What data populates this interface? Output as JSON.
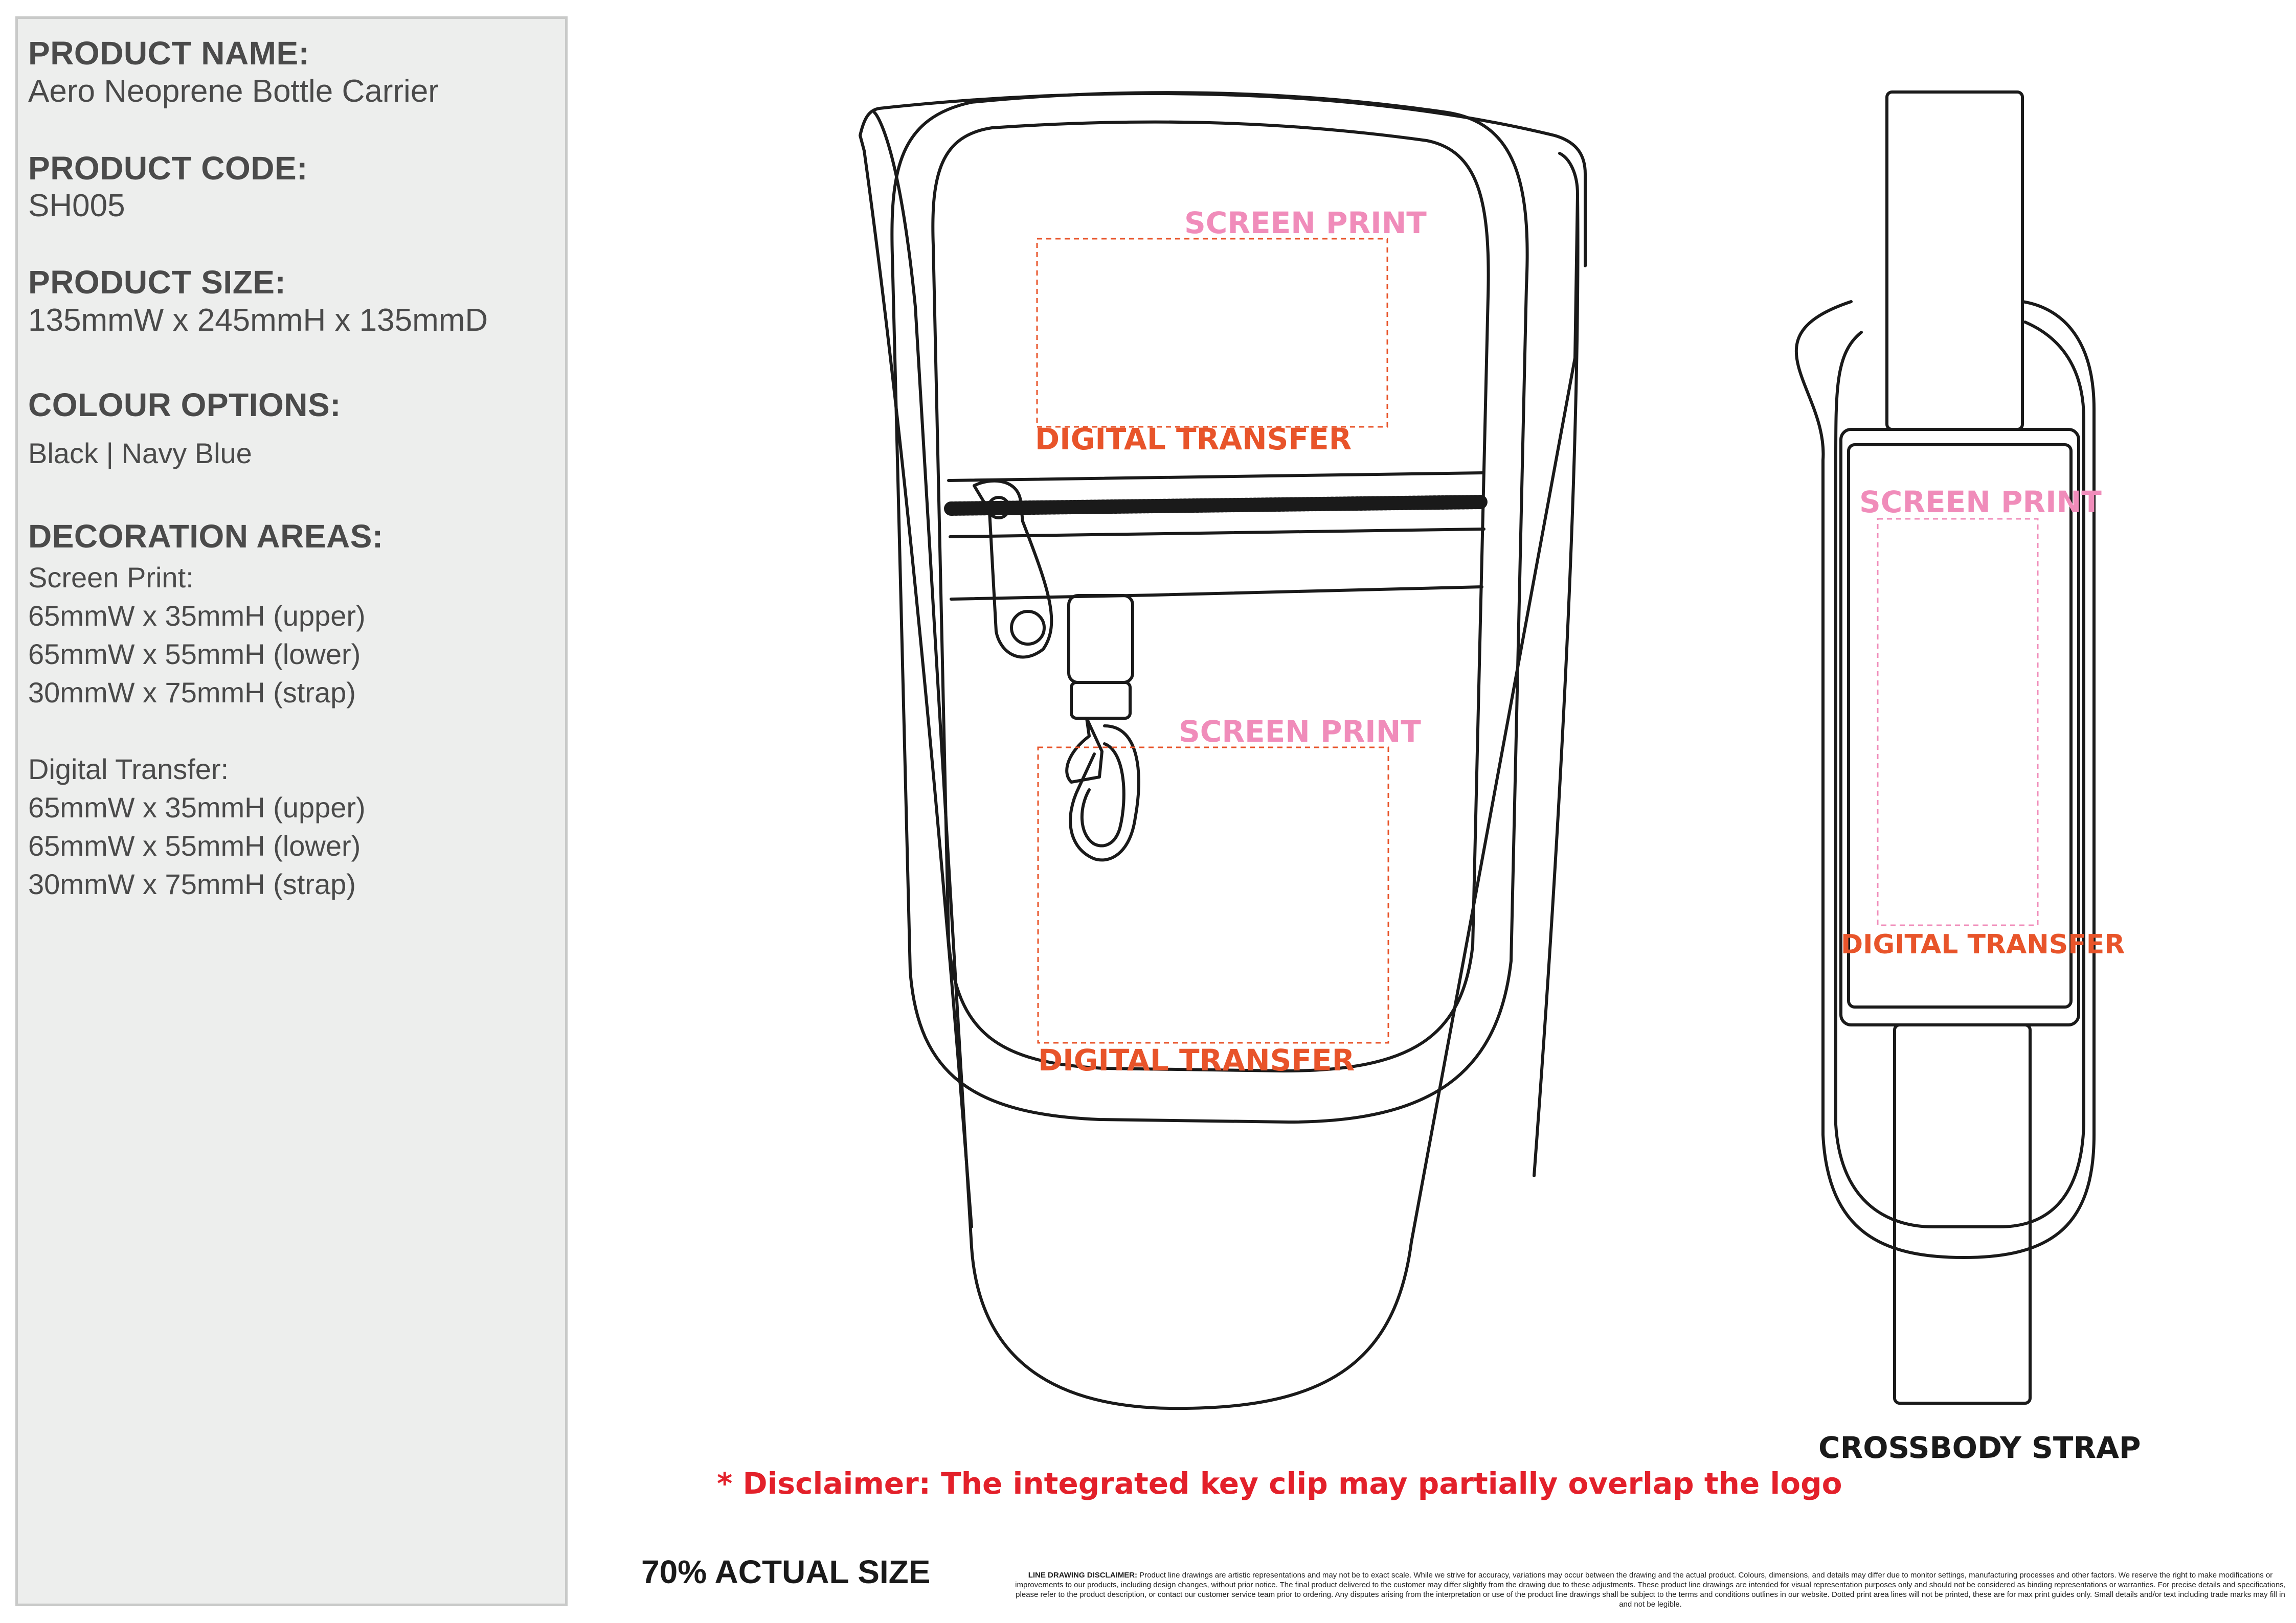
{
  "specs": {
    "product_name_label": "PRODUCT NAME:",
    "product_name": "Aero Neoprene Bottle Carrier",
    "product_code_label": "PRODUCT CODE:",
    "product_code": "SH005",
    "product_size_label": "PRODUCT SIZE:",
    "product_size": "135mmW x 245mmH x 135mmD",
    "colour_label": "COLOUR OPTIONS:",
    "colours": "Black | Navy Blue",
    "decoration_label": "DECORATION AREAS:",
    "screen_print_heading": "Screen Print:",
    "screen_print_areas": [
      "65mmW x 35mmH (upper)",
      "65mmW x 55mmH (lower)",
      "30mmW x 75mmH (strap)"
    ],
    "digital_transfer_heading": "Digital Transfer:",
    "digital_transfer_areas": [
      "65mmW x 35mmH (upper)",
      "65mmW x 55mmH (lower)",
      "30mmW x 75mmH (strap)"
    ]
  },
  "labels": {
    "screen_print": "SCREEN PRINT",
    "digital_transfer": "DIGITAL TRANSFER",
    "strap_title": "CROSSBODY  STRAP"
  },
  "disclaimer": "* Disclaimer: The integrated key clip may partially overlap the logo",
  "size_note": "70% ACTUAL SIZE",
  "line_disclaimer_heading": "LINE DRAWING DISCLAIMER:",
  "line_disclaimer": "Product line drawings are artistic representations and may not be to exact scale. While we strive for accuracy, variations may occur between the drawing and the actual product. Colours, dimensions, and details may differ due to monitor settings, manufacturing processes and other factors. We reserve the right to make modifications or improvements to our products, including design changes, without prior notice. The final product delivered to the customer may differ slightly from the drawing due to these adjustments. These product line drawings are intended for visual representation purposes only and should not be considered as binding representations or warranties. For precise details and specifications, please refer to the product description, or contact our customer service team prior to ordering. Any disputes arising from the interpretation or use of the product line drawings shall be subject to the terms and conditions outlines in our website. Dotted print area lines will not be printed, these are for max print guides only. Small details and/or text including trade marks may fill in and not be legible.",
  "colors": {
    "screen_print": "#f08cba",
    "digital_transfer": "#e8542a",
    "disclaimer": "#e3202a",
    "panel": "#edeeed"
  }
}
